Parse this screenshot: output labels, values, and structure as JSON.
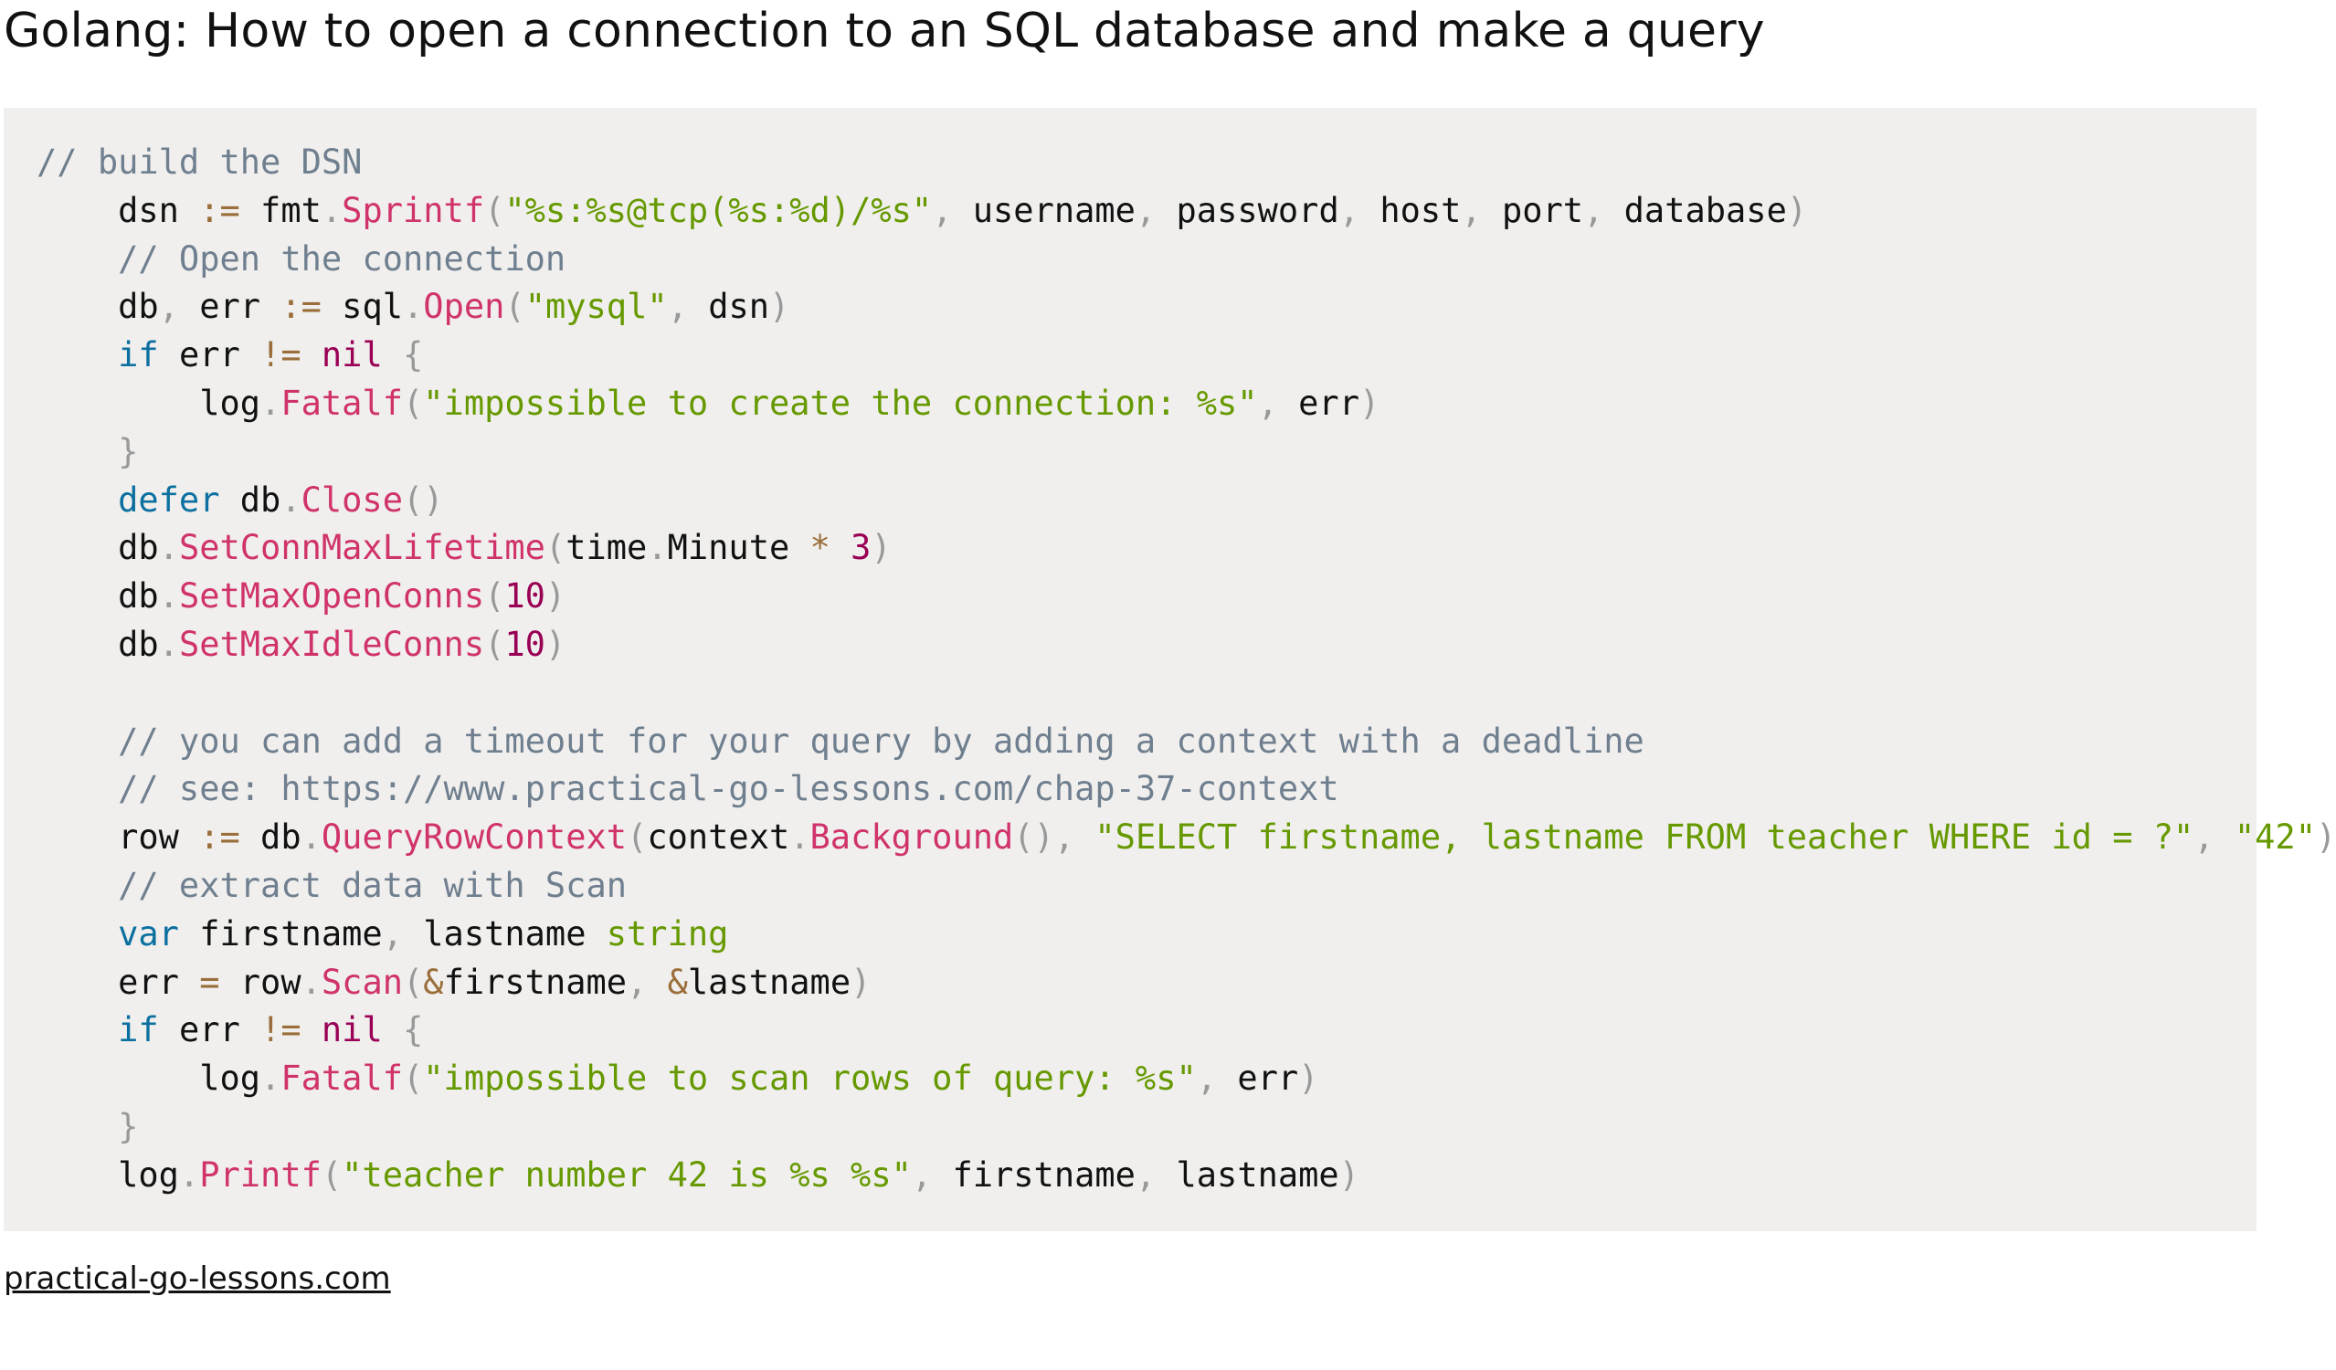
{
  "page": {
    "title": "Golang: How to open a connection to an SQL database and make a query",
    "footer_link": "practical-go-lessons.com"
  },
  "code": {
    "language": "go",
    "lines": [
      {
        "indent": 0,
        "tokens": [
          {
            "t": "// build the DSN",
            "c": "cm"
          }
        ]
      },
      {
        "indent": 4,
        "tokens": [
          {
            "t": "dsn",
            "c": "id"
          },
          {
            "t": " ",
            "c": "sp"
          },
          {
            "t": ":=",
            "c": "op"
          },
          {
            "t": " fmt",
            "c": "id"
          },
          {
            "t": ".",
            "c": "pu"
          },
          {
            "t": "Sprintf",
            "c": "fn"
          },
          {
            "t": "(",
            "c": "pu"
          },
          {
            "t": "\"%s:%s@tcp(%s:%d)/%s\"",
            "c": "st"
          },
          {
            "t": ", ",
            "c": "pu"
          },
          {
            "t": "username",
            "c": "id"
          },
          {
            "t": ", ",
            "c": "pu"
          },
          {
            "t": "password",
            "c": "id"
          },
          {
            "t": ", ",
            "c": "pu"
          },
          {
            "t": "host",
            "c": "id"
          },
          {
            "t": ", ",
            "c": "pu"
          },
          {
            "t": "port",
            "c": "id"
          },
          {
            "t": ", ",
            "c": "pu"
          },
          {
            "t": "database",
            "c": "id"
          },
          {
            "t": ")",
            "c": "pu"
          }
        ]
      },
      {
        "indent": 4,
        "tokens": [
          {
            "t": "// Open the connection",
            "c": "cm"
          }
        ]
      },
      {
        "indent": 4,
        "tokens": [
          {
            "t": "db",
            "c": "id"
          },
          {
            "t": ", ",
            "c": "pu"
          },
          {
            "t": "err ",
            "c": "id"
          },
          {
            "t": ":=",
            "c": "op"
          },
          {
            "t": " sql",
            "c": "id"
          },
          {
            "t": ".",
            "c": "pu"
          },
          {
            "t": "Open",
            "c": "fn"
          },
          {
            "t": "(",
            "c": "pu"
          },
          {
            "t": "\"mysql\"",
            "c": "st"
          },
          {
            "t": ", ",
            "c": "pu"
          },
          {
            "t": "dsn",
            "c": "id"
          },
          {
            "t": ")",
            "c": "pu"
          }
        ]
      },
      {
        "indent": 4,
        "tokens": [
          {
            "t": "if",
            "c": "kw"
          },
          {
            "t": " err ",
            "c": "id"
          },
          {
            "t": "!=",
            "c": "op"
          },
          {
            "t": " nil ",
            "c": "nu"
          },
          {
            "t": "{",
            "c": "pu"
          }
        ]
      },
      {
        "indent": 8,
        "tokens": [
          {
            "t": "log",
            "c": "id"
          },
          {
            "t": ".",
            "c": "pu"
          },
          {
            "t": "Fatalf",
            "c": "fn"
          },
          {
            "t": "(",
            "c": "pu"
          },
          {
            "t": "\"impossible to create the connection: %s\"",
            "c": "st"
          },
          {
            "t": ", ",
            "c": "pu"
          },
          {
            "t": "err",
            "c": "id"
          },
          {
            "t": ")",
            "c": "pu"
          }
        ]
      },
      {
        "indent": 4,
        "tokens": [
          {
            "t": "}",
            "c": "pu"
          }
        ]
      },
      {
        "indent": 4,
        "tokens": [
          {
            "t": "defer",
            "c": "kw"
          },
          {
            "t": " db",
            "c": "id"
          },
          {
            "t": ".",
            "c": "pu"
          },
          {
            "t": "Close",
            "c": "fn"
          },
          {
            "t": "()",
            "c": "pu"
          }
        ]
      },
      {
        "indent": 4,
        "tokens": [
          {
            "t": "db",
            "c": "id"
          },
          {
            "t": ".",
            "c": "pu"
          },
          {
            "t": "SetConnMaxLifetime",
            "c": "fn"
          },
          {
            "t": "(",
            "c": "pu"
          },
          {
            "t": "time",
            "c": "id"
          },
          {
            "t": ".",
            "c": "pu"
          },
          {
            "t": "Minute ",
            "c": "id"
          },
          {
            "t": "*",
            "c": "op"
          },
          {
            "t": " ",
            "c": "sp"
          },
          {
            "t": "3",
            "c": "nu"
          },
          {
            "t": ")",
            "c": "pu"
          }
        ]
      },
      {
        "indent": 4,
        "tokens": [
          {
            "t": "db",
            "c": "id"
          },
          {
            "t": ".",
            "c": "pu"
          },
          {
            "t": "SetMaxOpenConns",
            "c": "fn"
          },
          {
            "t": "(",
            "c": "pu"
          },
          {
            "t": "10",
            "c": "nu"
          },
          {
            "t": ")",
            "c": "pu"
          }
        ]
      },
      {
        "indent": 4,
        "tokens": [
          {
            "t": "db",
            "c": "id"
          },
          {
            "t": ".",
            "c": "pu"
          },
          {
            "t": "SetMaxIdleConns",
            "c": "fn"
          },
          {
            "t": "(",
            "c": "pu"
          },
          {
            "t": "10",
            "c": "nu"
          },
          {
            "t": ")",
            "c": "pu"
          }
        ]
      },
      {
        "indent": 0,
        "tokens": []
      },
      {
        "indent": 4,
        "tokens": [
          {
            "t": "// you can add a timeout for your query by adding a context with a deadline",
            "c": "cm"
          }
        ]
      },
      {
        "indent": 4,
        "tokens": [
          {
            "t": "// see: https://www.practical-go-lessons.com/chap-37-context",
            "c": "cm"
          }
        ]
      },
      {
        "indent": 4,
        "tokens": [
          {
            "t": "row ",
            "c": "id"
          },
          {
            "t": ":=",
            "c": "op"
          },
          {
            "t": " db",
            "c": "id"
          },
          {
            "t": ".",
            "c": "pu"
          },
          {
            "t": "QueryRowContext",
            "c": "fn"
          },
          {
            "t": "(",
            "c": "pu"
          },
          {
            "t": "context",
            "c": "id"
          },
          {
            "t": ".",
            "c": "pu"
          },
          {
            "t": "Background",
            "c": "fn"
          },
          {
            "t": "(), ",
            "c": "pu"
          },
          {
            "t": "\"SELECT firstname, lastname FROM teacher WHERE id = ?\"",
            "c": "st"
          },
          {
            "t": ", ",
            "c": "pu"
          },
          {
            "t": "\"42\"",
            "c": "st"
          },
          {
            "t": ")",
            "c": "pu"
          }
        ]
      },
      {
        "indent": 4,
        "tokens": [
          {
            "t": "// extract data with Scan",
            "c": "cm"
          }
        ]
      },
      {
        "indent": 4,
        "tokens": [
          {
            "t": "var",
            "c": "kw"
          },
          {
            "t": " firstname",
            "c": "id"
          },
          {
            "t": ", ",
            "c": "pu"
          },
          {
            "t": "lastname ",
            "c": "id"
          },
          {
            "t": "string",
            "c": "ty"
          }
        ]
      },
      {
        "indent": 4,
        "tokens": [
          {
            "t": "err ",
            "c": "id"
          },
          {
            "t": "=",
            "c": "op"
          },
          {
            "t": " row",
            "c": "id"
          },
          {
            "t": ".",
            "c": "pu"
          },
          {
            "t": "Scan",
            "c": "fn"
          },
          {
            "t": "(",
            "c": "pu"
          },
          {
            "t": "&",
            "c": "op"
          },
          {
            "t": "firstname",
            "c": "id"
          },
          {
            "t": ", ",
            "c": "pu"
          },
          {
            "t": "&",
            "c": "op"
          },
          {
            "t": "lastname",
            "c": "id"
          },
          {
            "t": ")",
            "c": "pu"
          }
        ]
      },
      {
        "indent": 4,
        "tokens": [
          {
            "t": "if",
            "c": "kw"
          },
          {
            "t": " err ",
            "c": "id"
          },
          {
            "t": "!=",
            "c": "op"
          },
          {
            "t": " nil ",
            "c": "nu"
          },
          {
            "t": "{",
            "c": "pu"
          }
        ]
      },
      {
        "indent": 8,
        "tokens": [
          {
            "t": "log",
            "c": "id"
          },
          {
            "t": ".",
            "c": "pu"
          },
          {
            "t": "Fatalf",
            "c": "fn"
          },
          {
            "t": "(",
            "c": "pu"
          },
          {
            "t": "\"impossible to scan rows of query: %s\"",
            "c": "st"
          },
          {
            "t": ", ",
            "c": "pu"
          },
          {
            "t": "err",
            "c": "id"
          },
          {
            "t": ")",
            "c": "pu"
          }
        ]
      },
      {
        "indent": 4,
        "tokens": [
          {
            "t": "}",
            "c": "pu"
          }
        ]
      },
      {
        "indent": 4,
        "tokens": [
          {
            "t": "log",
            "c": "id"
          },
          {
            "t": ".",
            "c": "pu"
          },
          {
            "t": "Printf",
            "c": "fn"
          },
          {
            "t": "(",
            "c": "pu"
          },
          {
            "t": "\"teacher number 42 is %s %s\"",
            "c": "st"
          },
          {
            "t": ", ",
            "c": "pu"
          },
          {
            "t": "firstname",
            "c": "id"
          },
          {
            "t": ", ",
            "c": "pu"
          },
          {
            "t": "lastname",
            "c": "id"
          },
          {
            "t": ")",
            "c": "pu"
          }
        ]
      }
    ]
  },
  "colors": {
    "code_background": "#f0efed",
    "comment": "#6f7f8f",
    "keyword": "#0b6fa0",
    "function": "#d0336a",
    "string": "#669900",
    "number": "#990055",
    "operator": "#9a6e3a",
    "punctuation": "#999999"
  }
}
